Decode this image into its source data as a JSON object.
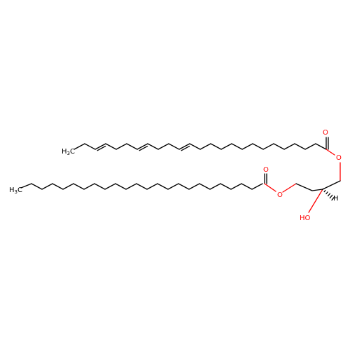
{
  "molecule": {
    "atom_labels": {
      "ch3_top": "H3C",
      "ch3_bottom": "H3C",
      "o_carbonyl_top": "O",
      "o_ester_top": "O",
      "o_carbonyl_bottom": "O",
      "o_ester_bottom": "O",
      "hydroxyl": "HO",
      "h_stereo": "H"
    },
    "colors": {
      "bond": "#000000",
      "oxygen": "#ff0000",
      "carbon_label": "#000000",
      "background": "#ffffff"
    }
  }
}
